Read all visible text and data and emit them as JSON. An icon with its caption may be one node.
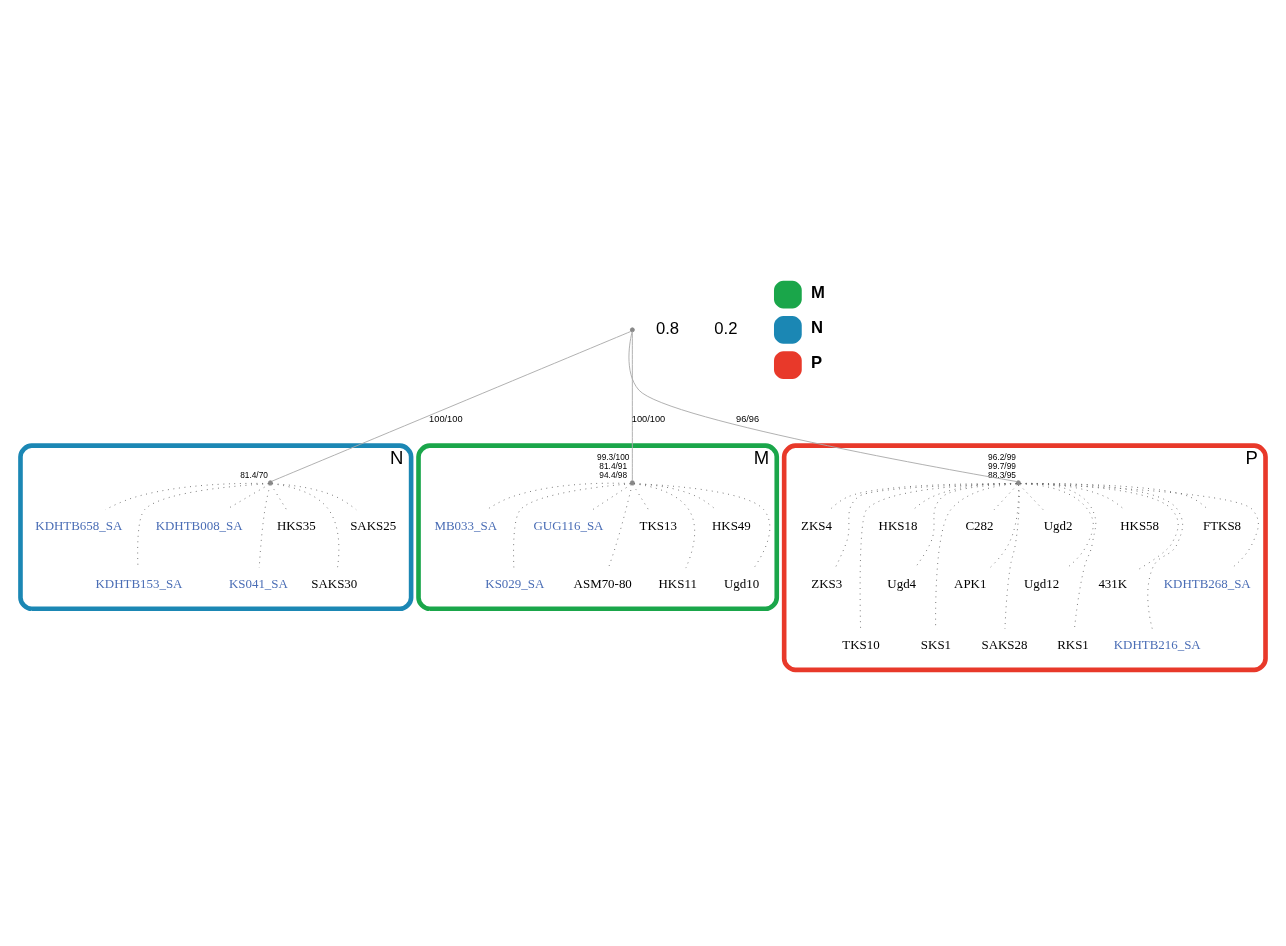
{
  "diagram": {
    "nodes": [
      {
        "text": [],
        "shape": "point"
      },
      {
        "text": [
          "N"
        ]
      },
      {
        "text": [],
        "shape": "point",
        "in": 1,
        "beside": [
          "81.4/70"
        ]
      },
      {
        "text": [
          "KDHTB658_SA"
        ],
        "in": 1
      },
      {
        "text": [
          "KDHTB153_SA"
        ],
        "in": 1
      },
      {
        "text": [
          "KDHTB008_SA"
        ],
        "in": 1
      },
      {
        "text": [
          "KS041_SA"
        ],
        "in": 1
      },
      {
        "text": [
          "HKS35"
        ],
        "in": 1
      },
      {
        "text": [
          "SAKS30"
        ],
        "in": 1
      },
      {
        "text": [
          "SAKS25"
        ],
        "in": 1
      },
      {
        "text": [
          "M"
        ]
      },
      {
        "text": [],
        "shape": "point",
        "in": 10,
        "beside": [
          "99.3/100",
          "81.4/91",
          "94.4/98"
        ]
      },
      {
        "text": [
          "MB033_SA"
        ],
        "in": 10
      },
      {
        "text": [
          "KS029_SA"
        ],
        "in": 10
      },
      {
        "text": [
          "GUG116_SA"
        ],
        "in": 10
      },
      {
        "text": [
          "ASM70-80"
        ],
        "in": 10
      },
      {
        "text": [
          "TKS13"
        ],
        "in": 10
      },
      {
        "text": [
          "HKS11"
        ],
        "in": 10
      },
      {
        "text": [
          "HKS49"
        ],
        "in": 10
      },
      {
        "text": [
          "Ugd10"
        ],
        "in": 10
      },
      {
        "text": [
          "P"
        ]
      },
      {
        "text": [],
        "shape": "point",
        "in": 20,
        "beside": [
          "96.2/99",
          "99.7/99",
          "88.3/95"
        ]
      },
      {
        "text": [
          "ZKS4"
        ],
        "in": 20
      },
      {
        "text": [
          "ZKS3"
        ],
        "in": 20
      },
      {
        "text": [
          "TKS10"
        ],
        "in": 20
      },
      {
        "text": [
          "HKS18"
        ],
        "in": 20
      },
      {
        "text": [
          "Ugd4"
        ],
        "in": 20
      },
      {
        "text": [
          "SKS1"
        ],
        "in": 20
      },
      {
        "text": [
          "C282"
        ],
        "in": 20
      },
      {
        "text": [
          "APK1"
        ],
        "in": 20
      },
      {
        "text": [
          "SAKS28"
        ],
        "in": 20
      },
      {
        "text": [
          "Ugd2"
        ],
        "in": 20
      },
      {
        "text": [
          "Ugd12"
        ],
        "in": 20
      },
      {
        "text": [
          "RKS1"
        ],
        "in": 20
      },
      {
        "text": [
          "HKS58"
        ],
        "in": 20
      },
      {
        "text": [
          "431K"
        ],
        "in": 20
      },
      {
        "text": [
          "KDHTB216_SA"
        ],
        "in": 20
      },
      {
        "text": [
          "FTKS8"
        ],
        "in": 20
      },
      {
        "text": [
          "KDHTB268_SA"
        ],
        "in": 20
      }
    ],
    "edges": [
      {
        "from": 0,
        "to": 2,
        "arrow": "none",
        "label": "100/100"
      },
      {
        "from": 0,
        "to": 11,
        "arrow": "none",
        "label": "100/100"
      },
      {
        "from": 0,
        "to": 21,
        "arrow": "none",
        "label": "96/96"
      },
      {
        "from": 2,
        "to": 3,
        "arrow": "none",
        "style": "dashed"
      },
      {
        "from": 2,
        "to": 4,
        "arrow": "none",
        "style": "dashed"
      },
      {
        "from": 2,
        "to": 5,
        "arrow": "none",
        "style": "dashed"
      },
      {
        "from": 2,
        "to": 6,
        "arrow": "none",
        "style": "dashed"
      },
      {
        "from": 2,
        "to": 7,
        "arrow": "none",
        "style": "dashed"
      },
      {
        "from": 2,
        "to": 8,
        "arrow": "none",
        "style": "dashed"
      },
      {
        "from": 2,
        "to": 9,
        "arrow": "none",
        "style": "dashed"
      },
      {
        "from": 11,
        "to": 12,
        "arrow": "none",
        "style": "dashed"
      },
      {
        "from": 11,
        "to": 13,
        "arrow": "none",
        "style": "dashed"
      },
      {
        "from": 11,
        "to": 14,
        "arrow": "none",
        "style": "dashed"
      },
      {
        "from": 11,
        "to": 15,
        "arrow": "none",
        "style": "dashed"
      },
      {
        "from": 11,
        "to": 16,
        "arrow": "none",
        "style": "dashed"
      },
      {
        "from": 11,
        "to": 17,
        "arrow": "none",
        "style": "dashed"
      },
      {
        "from": 11,
        "to": 18,
        "arrow": "none",
        "style": "dashed"
      },
      {
        "from": 11,
        "to": 19,
        "arrow": "none",
        "style": "dashed"
      },
      {
        "from": 21,
        "to": 22,
        "arrow": "none",
        "style": "dashed"
      },
      {
        "from": 21,
        "to": 23,
        "arrow": "none",
        "style": "dashed"
      },
      {
        "from": 21,
        "to": 24,
        "arrow": "none",
        "style": "dashed"
      },
      {
        "from": 21,
        "to": 25,
        "arrow": "none",
        "style": "dashed"
      },
      {
        "from": 21,
        "to": 26,
        "arrow": "none",
        "style": "dashed"
      },
      {
        "from": 21,
        "to": 27,
        "arrow": "none",
        "style": "dashed"
      },
      {
        "from": 21,
        "to": 28,
        "arrow": "none",
        "style": "dashed"
      },
      {
        "from": 21,
        "to": 29,
        "arrow": "none",
        "style": "dashed"
      },
      {
        "from": 21,
        "to": 30,
        "arrow": "none",
        "style": "dashed"
      },
      {
        "from": 21,
        "to": 31,
        "arrow": "none",
        "style": "dashed"
      },
      {
        "from": 21,
        "to": 32,
        "arrow": "none",
        "style": "dashed"
      },
      {
        "from": 21,
        "to": 33,
        "arrow": "none",
        "style": "dashed"
      },
      {
        "from": 21,
        "to": 34,
        "arrow": "none",
        "style": "dashed"
      },
      {
        "from": 21,
        "to": 35,
        "arrow": "none",
        "style": "dashed"
      },
      {
        "from": 21,
        "to": 36,
        "arrow": "none",
        "style": "dashed"
      },
      {
        "from": 21,
        "to": 37,
        "arrow": "none",
        "style": "dashed"
      },
      {
        "from": 21,
        "to": 38,
        "arrow": "none",
        "style": "dashed"
      }
    ],
    "labels": [
      "0.8",
      "0.2"
    ],
    "legend": [
      {
        "text": "M",
        "color": "#1aa64a"
      },
      {
        "text": "N",
        "color": "#1b87b4"
      },
      {
        "text": "P",
        "color": "#e8392a"
      }
    ]
  }
}
